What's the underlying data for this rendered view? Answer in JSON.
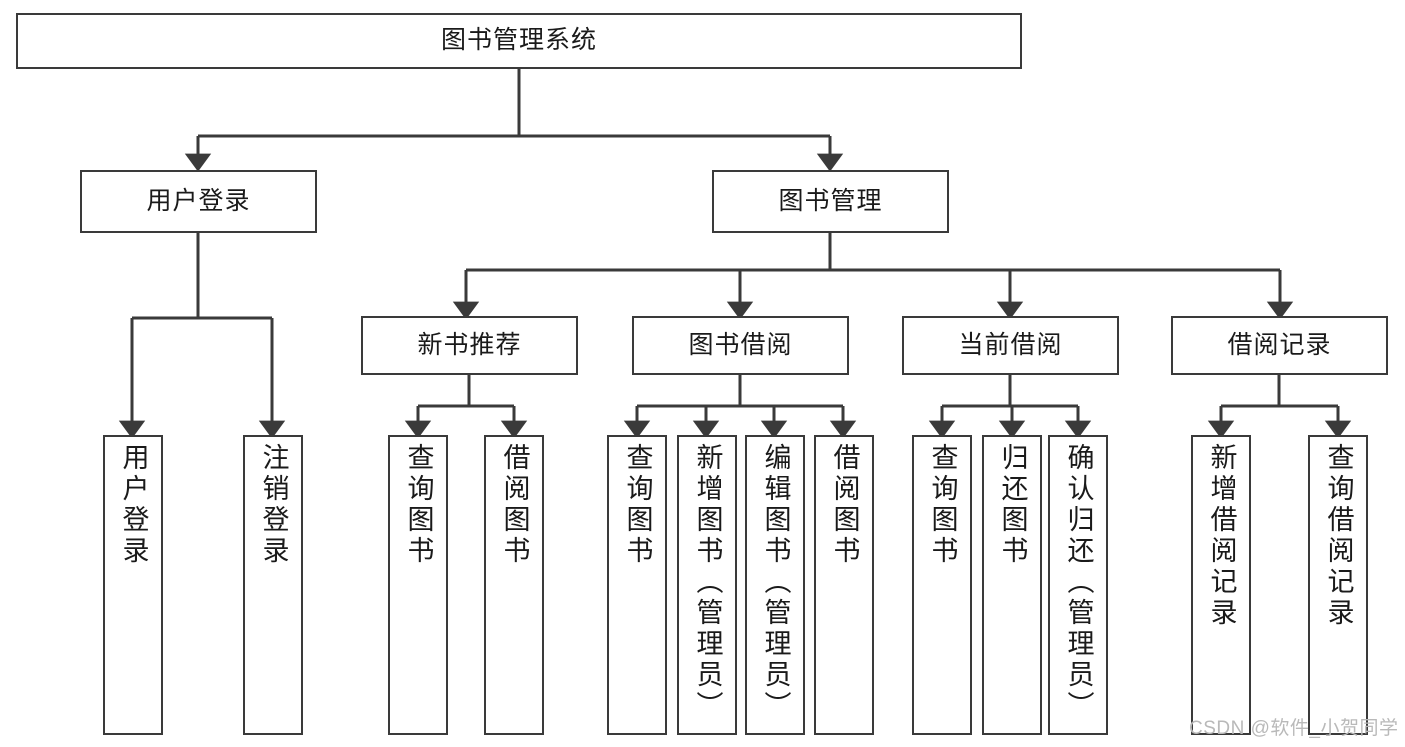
{
  "diagram": {
    "type": "tree",
    "title": "图书管理系统",
    "orientation": "top-down",
    "edge_color": "#3a3a3a",
    "box_border_color": "#3a3a3a",
    "box_fill_color": "#ffffff"
  },
  "nodes": {
    "root": {
      "label": "图书管理系统",
      "level": 1
    },
    "user_login": {
      "label": "用户登录",
      "level": 2
    },
    "book_manage": {
      "label": "图书管理",
      "level": 2
    },
    "new_book_rec": {
      "label": "新书推荐",
      "level": 3
    },
    "book_borrow": {
      "label": "图书借阅",
      "level": 3
    },
    "current_borrow": {
      "label": "当前借阅",
      "level": 3
    },
    "borrow_record": {
      "label": "借阅记录",
      "level": 3
    },
    "leaf_user_login": {
      "label": "用户登录",
      "level": 4
    },
    "leaf_logout": {
      "label": "注销登录",
      "level": 4
    },
    "leaf_query_book_1": {
      "label": "查询图书",
      "level": 4
    },
    "leaf_borrow_book_1": {
      "label": "借阅图书",
      "level": 4
    },
    "leaf_query_book_2": {
      "label": "查询图书",
      "level": 4
    },
    "leaf_add_book": {
      "label": "新增图书（管理员）",
      "level": 4
    },
    "leaf_edit_book": {
      "label": "编辑图书（管理员）",
      "level": 4
    },
    "leaf_borrow_book_2": {
      "label": "借阅图书",
      "level": 4
    },
    "leaf_query_book_3": {
      "label": "查询图书",
      "level": 4
    },
    "leaf_return_book": {
      "label": "归还图书",
      "level": 4
    },
    "leaf_confirm_return": {
      "label": "确认归还（管理员）",
      "level": 4
    },
    "leaf_add_record": {
      "label": "新增借阅记录",
      "level": 4
    },
    "leaf_query_record": {
      "label": "查询借阅记录",
      "level": 4
    }
  },
  "footer": {
    "watermark": "CSDN @软件_小贺同学"
  }
}
